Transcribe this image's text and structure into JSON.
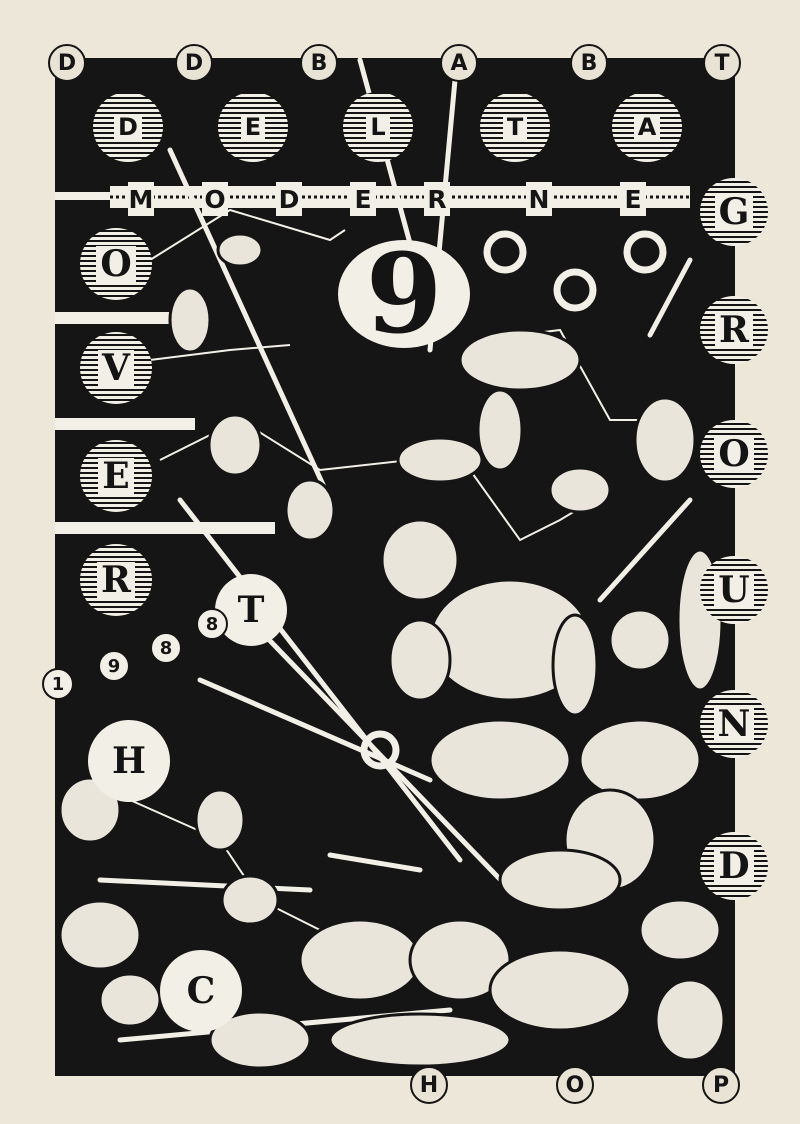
{
  "edge_letters": [
    "D",
    "D",
    "B",
    "A",
    "B",
    "T"
  ],
  "bottom_edge_letters": [
    "H",
    "O",
    "P"
  ],
  "delta": [
    "D",
    "E",
    "L",
    "T",
    "A"
  ],
  "moderne": [
    "M",
    "O",
    "D",
    "E",
    "R",
    "N",
    "E"
  ],
  "covert_letters": [
    "O",
    "V",
    "E",
    "R",
    "T"
  ],
  "hc_letters": [
    "H",
    "C"
  ],
  "ground_letters": [
    "G",
    "R",
    "O",
    "U",
    "N",
    "D"
  ],
  "big_numeral": "9",
  "year_digits": [
    "1",
    "9",
    "8",
    "8"
  ],
  "colors": {
    "ink": "#151515",
    "paper": "#ece7d9",
    "disc": "#f2efe6"
  }
}
